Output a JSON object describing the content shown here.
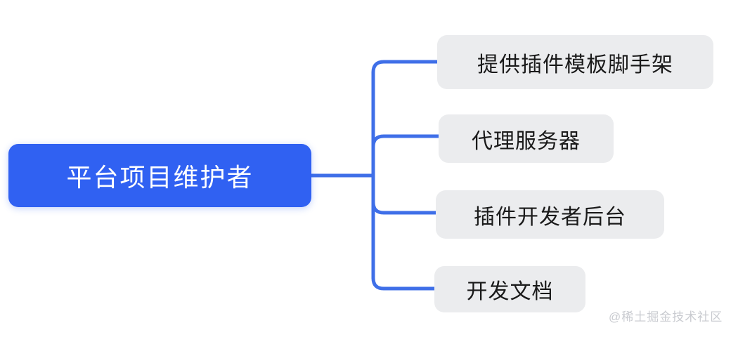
{
  "diagram": {
    "type": "mind-map",
    "title": "平台项目维护者",
    "root": {
      "label": "平台项目维护者",
      "color": "#3061f2",
      "text_color": "#ffffff"
    },
    "branch_color": "#3f6fe8",
    "children": [
      {
        "label": "提供插件模板脚手架",
        "color": "#ebecee",
        "text_color": "#1a1a1a"
      },
      {
        "label": "代理服务器",
        "color": "#ebecee",
        "text_color": "#1a1a1a"
      },
      {
        "label": "插件开发者后台",
        "color": "#ebecee",
        "text_color": "#1a1a1a"
      },
      {
        "label": "开发文档",
        "color": "#ebecee",
        "text_color": "#1a1a1a"
      }
    ]
  },
  "watermark": {
    "text": "@稀土掘金技术社区",
    "color": "#c9cbd0"
  }
}
